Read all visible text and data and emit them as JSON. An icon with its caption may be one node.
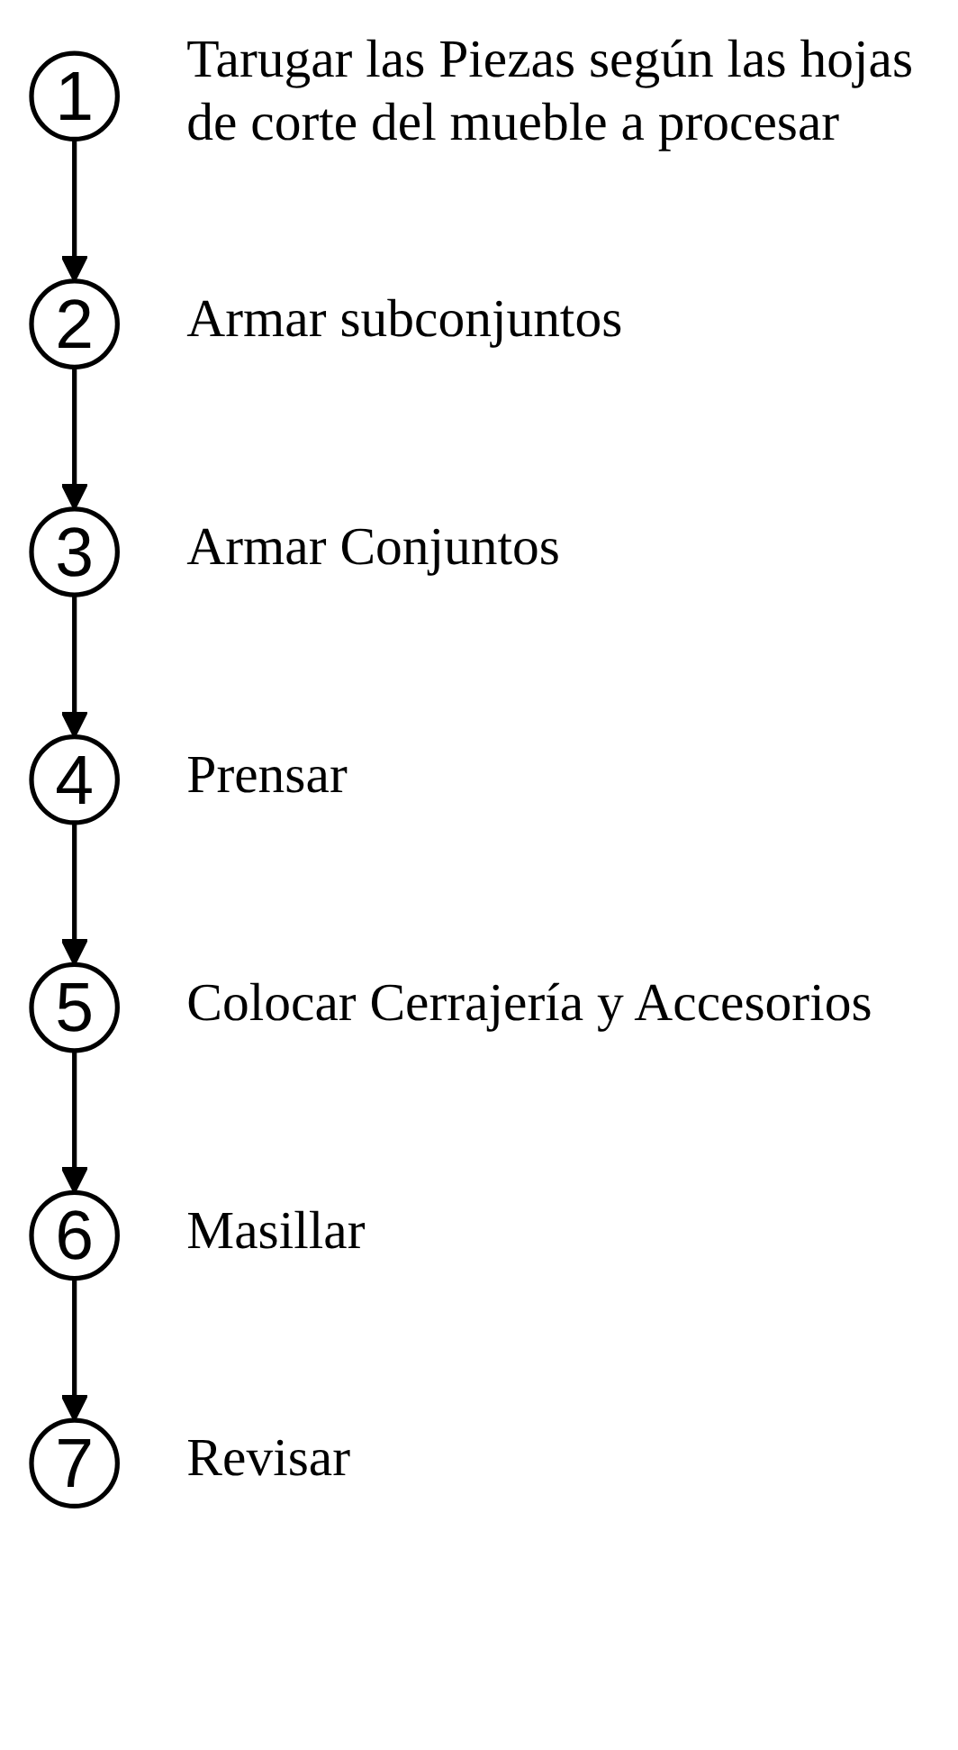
{
  "diagram": {
    "nodes": [
      {
        "text": [
          "1"
        ],
        "beside": [
          "Tarugar las Piezas según las hojas de corte del mueble a procesar"
        ]
      },
      {
        "text": [
          "2"
        ],
        "beside": [
          "Armar subconjuntos"
        ]
      },
      {
        "text": [
          "3"
        ],
        "beside": [
          "Armar Conjuntos"
        ]
      },
      {
        "text": [
          "4"
        ],
        "beside": [
          "Prensar"
        ]
      },
      {
        "text": [
          "5"
        ],
        "beside": [
          "Colocar Cerrajería y Accesorios"
        ]
      },
      {
        "text": [
          "6"
        ],
        "beside": [
          "Masillar"
        ]
      },
      {
        "text": [
          "7"
        ],
        "beside": [
          "Revisar"
        ]
      }
    ],
    "edges": [
      {
        "from": 0,
        "to": 1,
        "arrow": "to"
      },
      {
        "from": 1,
        "to": 2,
        "arrow": "to"
      },
      {
        "from": 2,
        "to": 3,
        "arrow": "to"
      },
      {
        "from": 3,
        "to": 4,
        "arrow": "to"
      },
      {
        "from": 4,
        "to": 5,
        "arrow": "to"
      },
      {
        "from": 5,
        "to": 6,
        "arrow": "to"
      }
    ]
  }
}
